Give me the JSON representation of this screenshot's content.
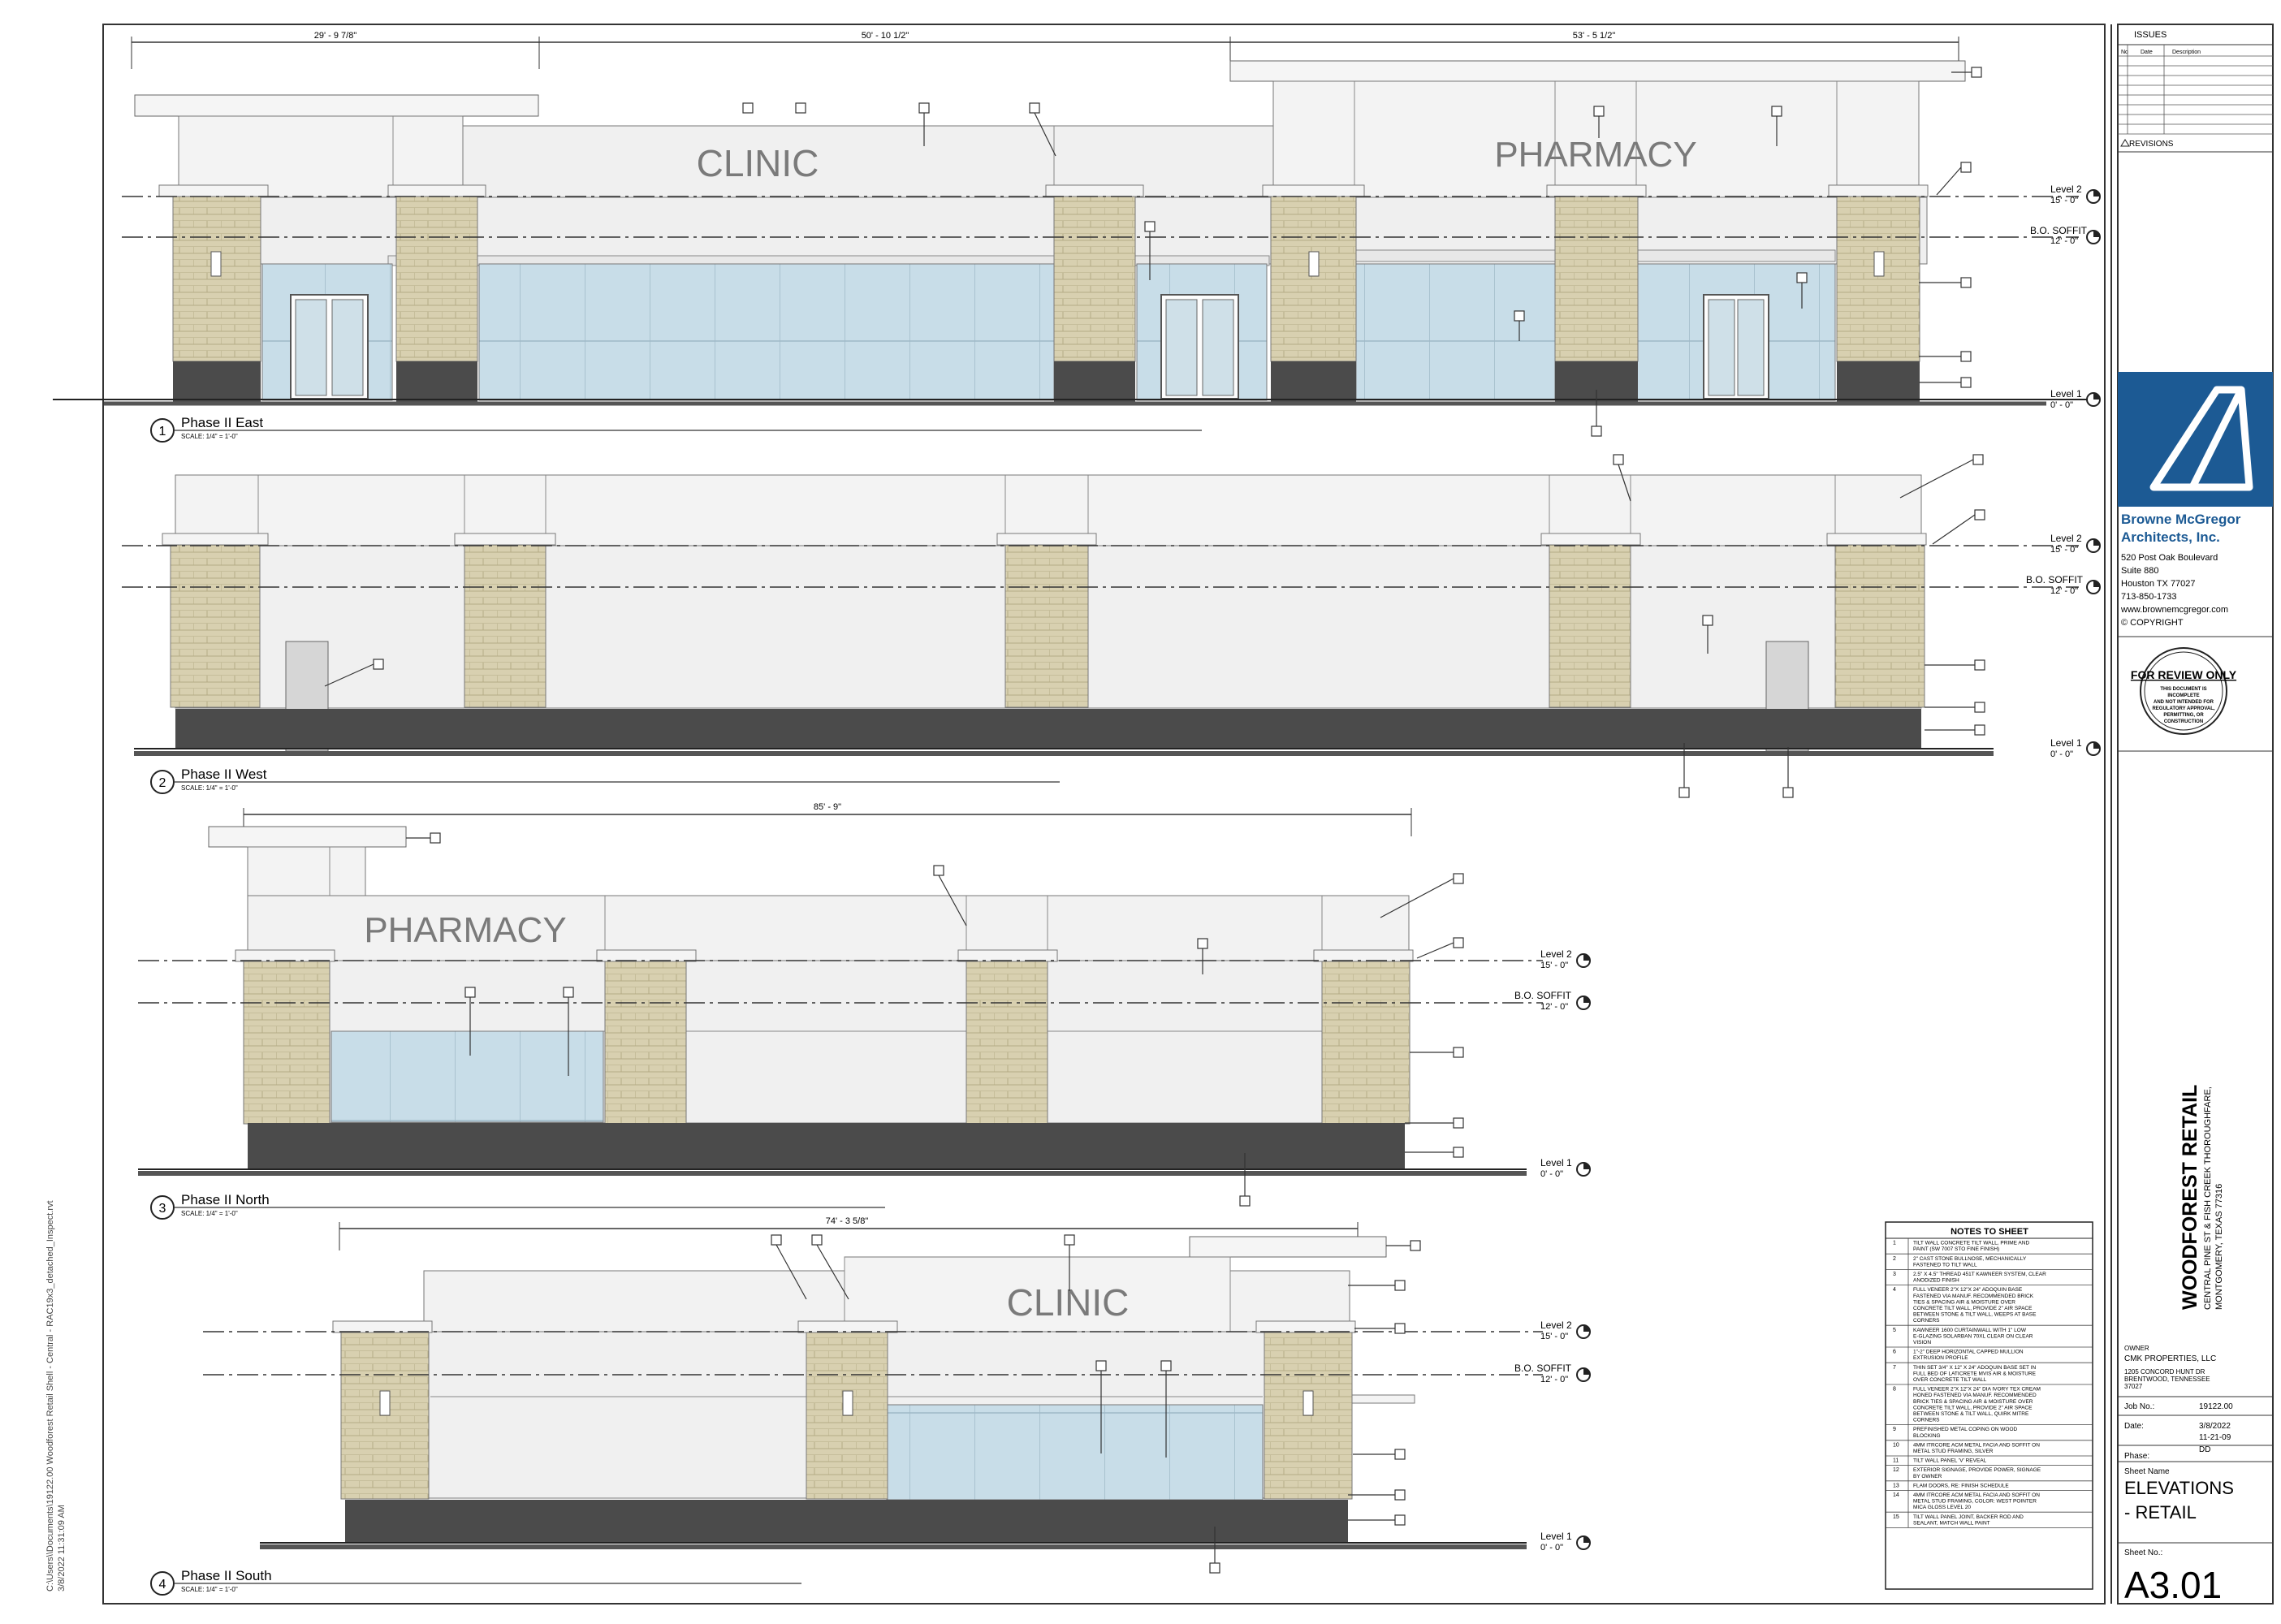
{
  "views": [
    {
      "number": "1",
      "title": "Phase II East",
      "scale": "SCALE: 1/4\" = 1'-0\""
    },
    {
      "number": "2",
      "title": "Phase II West",
      "scale": "SCALE: 1/4\" = 1'-0\""
    },
    {
      "number": "3",
      "title": "Phase II North",
      "scale": "SCALE: 1/4\" = 1'-0\""
    },
    {
      "number": "4",
      "title": "Phase II South",
      "scale": "SCALE: 1/4\" = 1'-0\""
    }
  ],
  "signs": {
    "clinic": "CLINIC",
    "pharmacy": "PHARMACY"
  },
  "levels": {
    "level2": "Level 2",
    "level2_elev": "15' - 0\"",
    "soffit": "B.O. SOFFIT",
    "soffit_elev": "12' - 0\"",
    "level1": "Level 1",
    "level1_elev": "0' - 0\""
  },
  "dims": {
    "east_1": "29' - 9 7/8\"",
    "east_2": "50' - 10 1/2\"",
    "east_3": "53' - 5 1/2\"",
    "north_width": "85' - 9\"",
    "south_width": "74' - 3 5/8\""
  },
  "titleblock": {
    "issues": "ISSUES",
    "issues_cols": [
      "No",
      "Date",
      "Description"
    ],
    "revisions": "REVISIONS",
    "firm_name_1": "Browne McGregor",
    "firm_name_2": "Architects, Inc.",
    "address": [
      "520 Post Oak Boulevard",
      "Suite 880",
      "Houston TX 77027",
      "713-850-1733",
      "www.brownemcgregor.com",
      "© COPYRIGHT"
    ],
    "stamp_title": "FOR REVIEW ONLY",
    "stamp_lines": [
      "THIS DOCUMENT IS",
      "INCOMPLETE",
      "AND NOT INTENDED FOR",
      "REGULATORY APPROVAL,",
      "PERMITTING, OR",
      "CONSTRUCTION"
    ],
    "project": "WOODFOREST RETAIL",
    "project_address": [
      "CENTRAL PINE ST & FISH CREEK THOROUGHFARE,",
      "MONTGOMERY, TEXAS 77316"
    ],
    "owner_label": "OWNER",
    "owner": "CMK PROPERTIES, LLC",
    "owner_address": [
      "1205 CONCORD HUNT DR",
      "BRENTWOOD, TENNESSEE",
      "37027"
    ],
    "job_label": "Job No.:",
    "job_no": "19122.00",
    "date_label": "Date:",
    "date": "3/8/2022",
    "date2": "11-21-09",
    "phase_label": "Phase:",
    "phase": "DD",
    "sheet_name_label": "Sheet Name",
    "sheet_name_1": "ELEVATIONS",
    "sheet_name_2": "- RETAIL",
    "sheet_no_label": "Sheet No.:",
    "sheet_no": "A3.01"
  },
  "notes": {
    "title": "NOTES TO SHEET",
    "items": [
      {
        "n": "1",
        "lines": [
          "TILT WALL CONCRETE TILT WALL, PRIME AND",
          "PAINT (SW 7007 STO FINE FINISH)"
        ]
      },
      {
        "n": "2",
        "lines": [
          "2\" CAST STONE BULLNOSE, MECHANICALLY",
          "FASTENED TO TILT WALL"
        ]
      },
      {
        "n": "3",
        "lines": [
          "2.5\" X 4.5\" THREAD 451T KAWNEER SYSTEM, CLEAR",
          "ANODIZED FINISH"
        ]
      },
      {
        "n": "4",
        "lines": [
          "FULL VENEER 2\"X 12\"X 24\" ADOQUIN BASE",
          "FASTENED VIA MANUF. RECOMMENDED BRICK",
          "TIES & SPACING AIR & MOISTURE OVER",
          "CONCRETE TILT WALL, PROVIDE 2\" AIR SPACE",
          "BETWEEN STONE & TILT WALL, WEEPS AT BASE",
          "CORNERS"
        ]
      },
      {
        "n": "5",
        "lines": [
          "KAWNEER 1600 CURTAINWALL WITH 1\" LOW",
          "E-GLAZING SOLARBAN 70XL CLEAR ON CLEAR",
          "VISION"
        ]
      },
      {
        "n": "6",
        "lines": [
          "1\"-2\" DEEP HORIZONTAL CAPPED MULLION",
          "EXTRUSION PROFILE"
        ]
      },
      {
        "n": "7",
        "lines": [
          "THIN SET 3/4\" X 12\" X 24\" ADOQUIN BASE SET IN",
          "FULL BED OF LATICRETE MVIS AIR & MOISTURE",
          "OVER CONCRETE TILT WALL"
        ]
      },
      {
        "n": "8",
        "lines": [
          "FULL VENEER 2\"X 12\"X 24\" DIA IVORY TEX CREAM",
          "HONED FASTENED VIA MANUF. RECOMMENDED",
          "BRICK TIES & SPACING AIR & MOISTURE OVER",
          "CONCRETE TILT WALL, PROVIDE 2\" AIR SPACE",
          "BETWEEN STONE & TILT WALL, QUIRK MITRE",
          "CORNERS"
        ]
      },
      {
        "n": "9",
        "lines": [
          "PREFINISHED METAL COPING ON WOOD",
          "BLOCKING"
        ]
      },
      {
        "n": "10",
        "lines": [
          "4MM ITRCORE ACM METAL FACIA AND SOFFIT ON",
          "METAL STUD FRAMING, SILVER"
        ]
      },
      {
        "n": "11",
        "lines": [
          "TILT WALL PANEL 'V' REVEAL"
        ]
      },
      {
        "n": "12",
        "lines": [
          "EXTERIOR SIGNAGE, PROVIDE POWER, SIGNAGE",
          "BY OWNER"
        ]
      },
      {
        "n": "13",
        "lines": [
          "FLAM DOORS, RE: FINISH SCHEDULE"
        ]
      },
      {
        "n": "14",
        "lines": [
          "4MM ITRCORE ACM METAL FACIA AND SOFFIT ON",
          "METAL STUD FRAMING, COLOR: WEST POINTER",
          "MICA GLOSS LEVEL 20"
        ]
      },
      {
        "n": "15",
        "lines": [
          "TILT WALL PANEL JOINT, BACKER ROD AND",
          "SEALANT, MATCH WALL PAINT"
        ]
      }
    ]
  },
  "file_path": "C:\\Users\\\\Documents\\19122.00 Woodforest Retail Shell - Central - RAC19x3_detached_Inspect.rvt",
  "print_time": "3/8/2022 11:31:09 AM",
  "colors": {
    "glass": "#c9dde7",
    "stone": "#d6ceae",
    "base": "#4b4b4b",
    "wall": "#f0f0f0",
    "parapet": "#f4f4f4",
    "blue": "#1c5a94"
  }
}
